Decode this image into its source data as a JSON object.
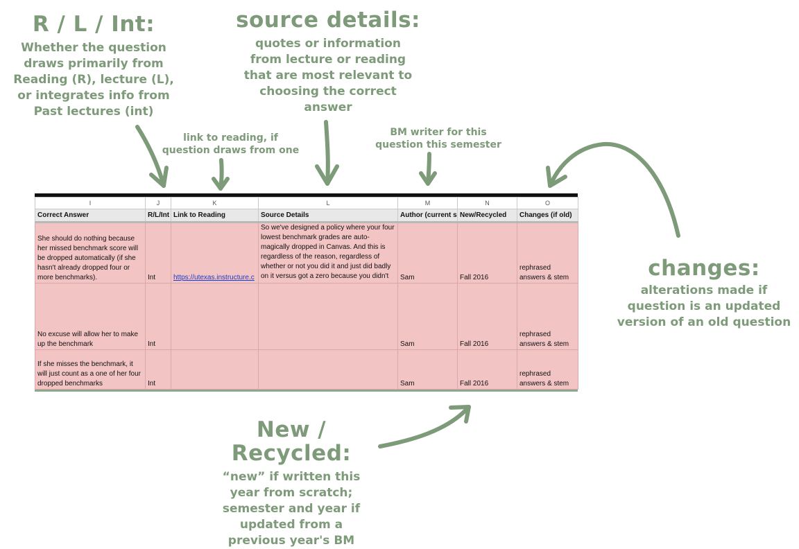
{
  "annotations": {
    "rli": {
      "heading": "R / L / Int:",
      "body": "Whether the question\ndraws primarily from\nReading (R), lecture (L),\nor integrates info from\nPast lectures (int)"
    },
    "source_details": {
      "heading": "source details:",
      "body": "quotes or information\nfrom lecture or reading\nthat are most relevant to\nchoosing the correct\nanswer"
    },
    "link_reading": {
      "body": "link to reading, if\nquestion draws from one"
    },
    "bm_writer": {
      "body": "BM writer for this\nquestion this semester"
    },
    "changes": {
      "heading": "changes:",
      "body": "alterations made if\nquestion is an updated\nversion of an old question"
    },
    "new_recycled": {
      "heading": "New / Recycled:",
      "body": "“new” if written this\nyear from scratch;\nsemester and year if\nupdated from a\nprevious year's BM"
    }
  },
  "spreadsheet": {
    "column_letters": [
      "I",
      "J",
      "K",
      "L",
      "M",
      "N",
      "O"
    ],
    "headers": [
      "Correct Answer",
      "R/L/Int",
      "Link to Reading",
      "Source Details",
      "Author (current se",
      "New/Recycled",
      "Changes (if old)"
    ],
    "rows": [
      {
        "correct_answer": "She should do nothing because her missed benchmark score will be dropped automatically (if she hasn't already dropped four or more benchmarks).",
        "rli": "Int",
        "link": "https://utexas.instructure.c",
        "source": "So we've designed a policy where your four lowest benchmark grades are auto-magically dropped in Canvas. And this is regardless of the reason, regardless of whether or not you did it and just did badly on it versus got a zero because you didn't sign up at the last minute",
        "author": "Sam",
        "new_recycled": "Fall 2016",
        "changes": "rephrased answers & stem"
      },
      {
        "correct_answer": "No excuse will allow her to make up the benchmark",
        "rli": "Int",
        "link": "",
        "source": "",
        "author": "Sam",
        "new_recycled": "Fall 2016",
        "changes": "rephrased answers & stem"
      },
      {
        "correct_answer": "If she misses the benchmark, it will just count as a one of her four dropped benchmarks",
        "rli": "Int",
        "link": "",
        "source": "",
        "author": "Sam",
        "new_recycled": "Fall 2016",
        "changes": "rephrased answers & stem"
      }
    ]
  },
  "colors": {
    "annotation_green": "#7d9a79",
    "row_fill": "#f2c4c4",
    "header_fill": "#e8e8e8",
    "link_blue": "#1a3cc8"
  }
}
